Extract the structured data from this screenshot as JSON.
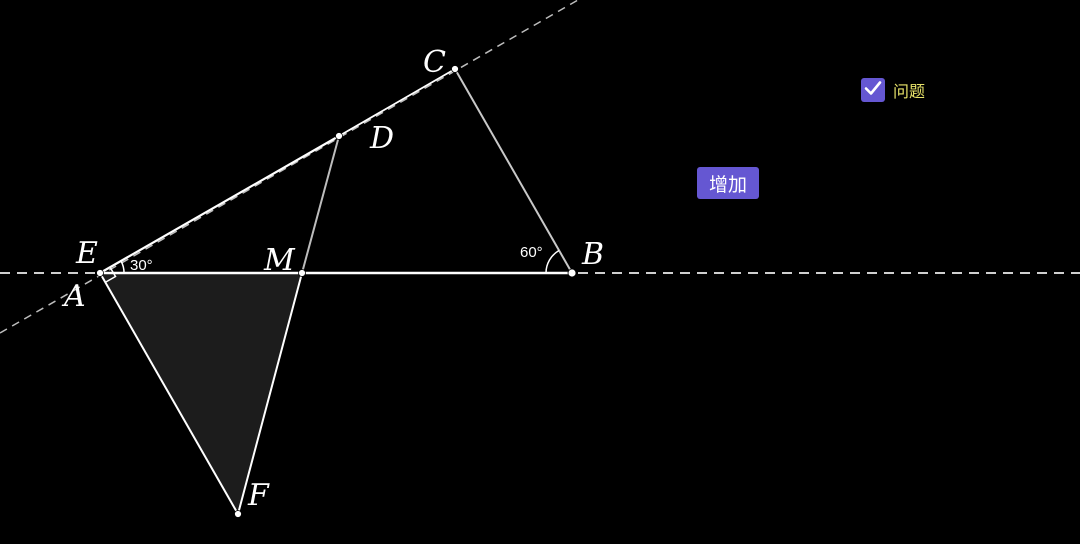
{
  "points": {
    "A": "A",
    "B": "B",
    "C": "C",
    "D": "D",
    "E": "E",
    "F": "F",
    "M": "M"
  },
  "angles": {
    "at_E": "30°",
    "at_B": "60°"
  },
  "controls": {
    "checkbox_label": "问题",
    "checkbox_checked": true,
    "add_button_label": "增加"
  },
  "colors": {
    "background": "#000000",
    "accent": "#6557d2",
    "checkbox_label": "#e8e36a",
    "triangle_fill": "#1c1c1c"
  }
}
